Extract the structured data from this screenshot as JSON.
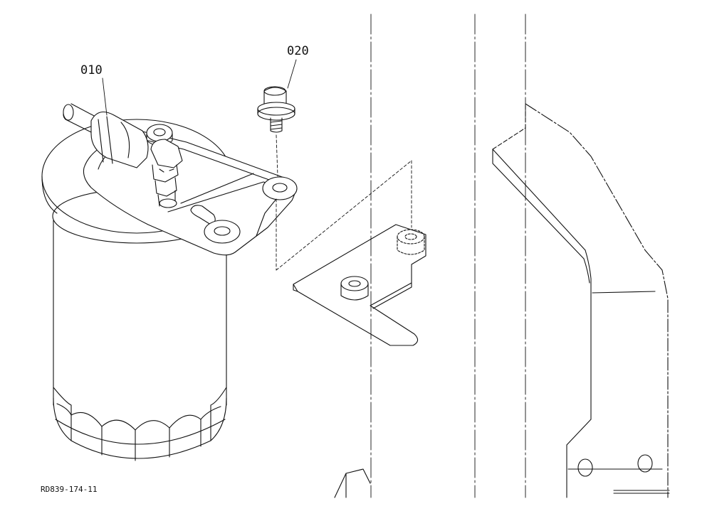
{
  "callouts": {
    "part_010": "010",
    "part_020": "020"
  },
  "drawing_code": "RD839-174-11",
  "colors": {
    "line": "#111111",
    "background": "#ffffff"
  }
}
